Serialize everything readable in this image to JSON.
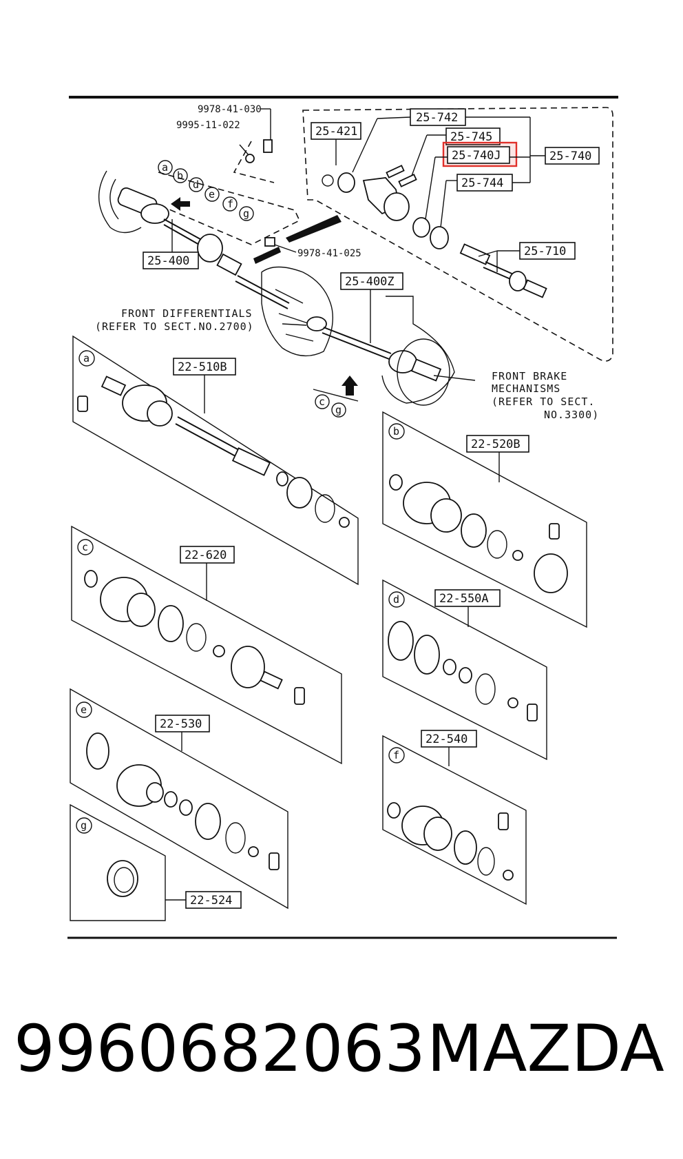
{
  "part_codes": {
    "c25_421": "25-421",
    "c25_742": "25-742",
    "c25_745": "25-745",
    "c25_740J": "25-740J",
    "c25_740": "25-740",
    "c25_744": "25-744",
    "c25_710": "25-710",
    "c25_400": "25-400",
    "c25_400Z": "25-400Z",
    "c22_510B": "22-510B",
    "c22_520B": "22-520B",
    "c22_620": "22-620",
    "c22_550A": "22-550A",
    "c22_530": "22-530",
    "c22_540": "22-540",
    "c22_524": "22-524"
  },
  "bolt_numbers": {
    "b1": "9978-41-030",
    "b2": "9995-11-022",
    "b3": "9978-41-025"
  },
  "notes": {
    "front_diff_line1": "FRONT DIFFERENTIALS",
    "front_diff_line2": "(REFER TO SECT.NO.2700)",
    "brake_line1": "FRONT BRAKE",
    "brake_line2": "MECHANISMS",
    "brake_line3": "(REFER TO SECT.",
    "brake_line4": "NO.3300)"
  },
  "letters": {
    "a": "a",
    "b": "b",
    "c": "c",
    "d": "d",
    "e": "e",
    "f": "f",
    "g": "g"
  },
  "highlight": {
    "code": "25-740J",
    "color": "#e0302a"
  },
  "caption": {
    "part_number": "9960682063",
    "brand": "MAZDA"
  }
}
